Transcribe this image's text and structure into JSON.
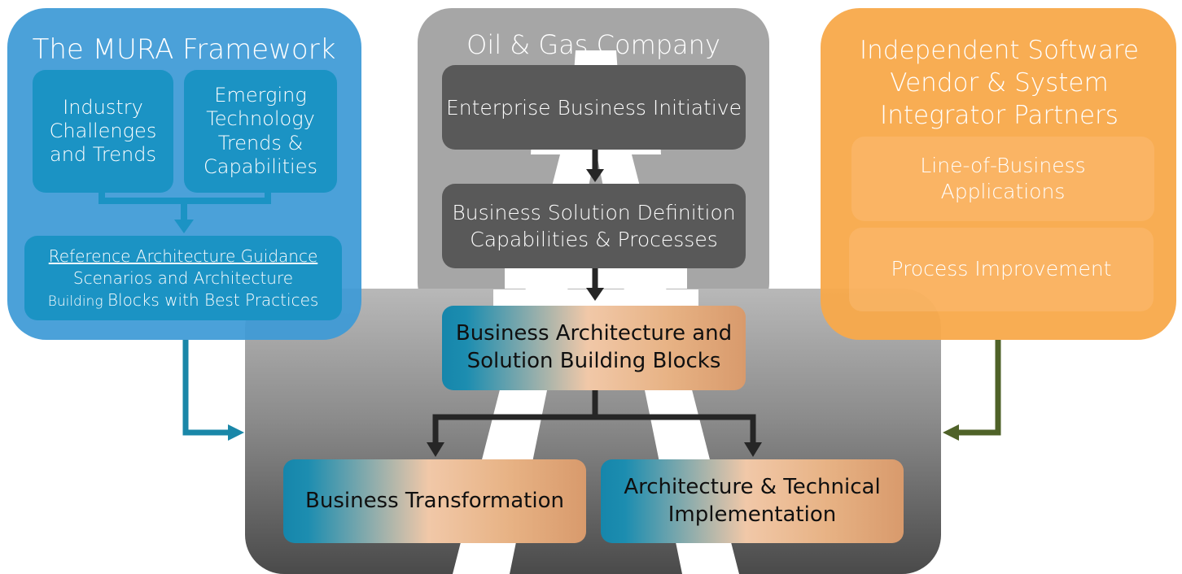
{
  "mura": {
    "title": "The MURA Framework",
    "box1": {
      "line1": "Industry",
      "line2": "Challenges",
      "line3": "and Trends"
    },
    "box2": {
      "line1": "Emerging",
      "line2": "Technology",
      "line3": "Trends &",
      "line4": "Capabilities"
    },
    "reference": {
      "heading": "Reference Architecture Guidance",
      "line2": "Scenarios and Architecture",
      "line3_small": "Building ",
      "line3_rest": "Blocks with Best Practices"
    }
  },
  "company": {
    "title": "Oil & Gas Company",
    "initiative": "Enterprise Business Initiative",
    "definition": {
      "line1": "Business Solution Definition",
      "line2": "Capabilities & Processes"
    },
    "architecture": {
      "line1": "Business Architecture and",
      "line2": "Solution Building Blocks"
    },
    "transformation": "Business Transformation",
    "implementation": {
      "line1": "Architecture & Technical",
      "line2": "Implementation"
    }
  },
  "partners": {
    "title": {
      "line1": "Independent Software",
      "line2": "Vendor & System",
      "line3": "Integrator Partners"
    },
    "lob": {
      "line1": "Line-of-Business",
      "line2": "Applications"
    },
    "process": "Process Improvement"
  },
  "colors": {
    "mura_panel": "#3d9ad6",
    "mura_box": "#1b93c4",
    "company_panel": "#a6a6a6",
    "dark_box": "#595959",
    "partners_panel": "#f8a94a",
    "left_arrow": "#1a87a8",
    "right_arrow": "#4f6228",
    "center_arrow": "#262626"
  }
}
